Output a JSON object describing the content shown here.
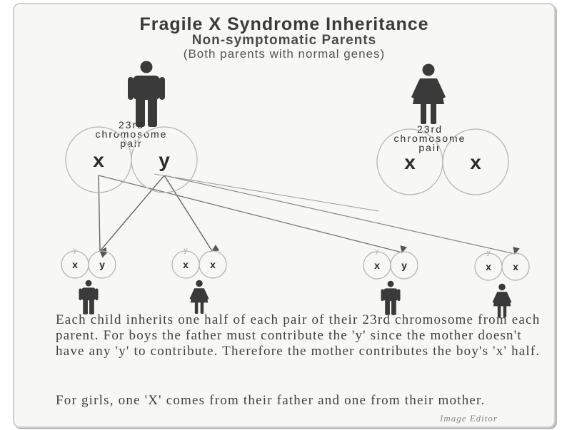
{
  "diagram": {
    "title": "Fragile X Syndrome Inheritance",
    "subtitle": "Non-symptomatic Parents",
    "note": "(Both parents with normal genes)",
    "father": {
      "label": "23rd chromosome pair",
      "label_lines": [
        "23rd",
        "chromosome",
        "pair"
      ],
      "chromosomes": [
        "X",
        "Y"
      ]
    },
    "mother": {
      "label": "23rd chromosome pair",
      "label_lines": [
        "23rd",
        "chromosome",
        "pair"
      ],
      "chromosomes": [
        "X",
        "X"
      ]
    },
    "offspring": [
      {
        "sex": "male",
        "chromosomes": [
          "X",
          "Y"
        ]
      },
      {
        "sex": "female",
        "chromosomes": [
          "X",
          "X"
        ]
      },
      {
        "sex": "male",
        "chromosomes": [
          "X",
          "Y"
        ]
      },
      {
        "sex": "female",
        "chromosomes": [
          "X",
          "X"
        ]
      }
    ],
    "explanation": [
      "Each child inherits one half of each pair of their 23rd chromosome from each parent. For boys the father must contribute the 'y' since the mother doesn't have any 'y' to contribute. Therefore the mother contributes the boy's 'x' half.",
      "For girls, one 'X' comes from their father and one from their mother."
    ],
    "signature": "Image Editor",
    "colors": {
      "figure": "#3a3a3a",
      "text": "#2a2a2a",
      "circle_stroke": "#b5b5b5",
      "arrow": "#555555"
    }
  }
}
